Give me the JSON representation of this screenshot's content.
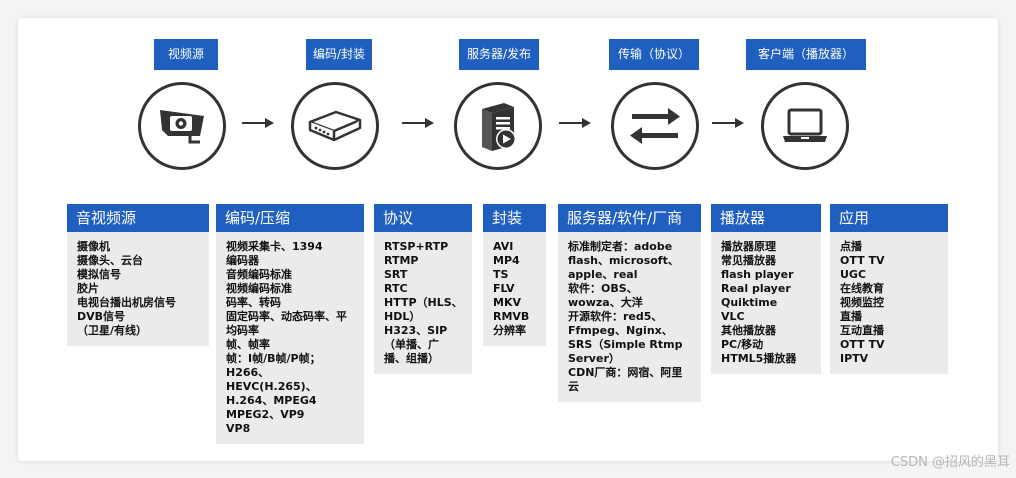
{
  "stages": [
    {
      "label": "视频源",
      "icon": "camera-icon"
    },
    {
      "label": "编码/封装",
      "icon": "encoder-box-icon"
    },
    {
      "label": "服务器/发布",
      "icon": "server-icon"
    },
    {
      "label": "传输（协议）",
      "icon": "transfer-arrows-icon"
    },
    {
      "label": "客户端（播放器）",
      "icon": "laptop-icon"
    }
  ],
  "columns": [
    {
      "title": "音视频源",
      "items": [
        "摄像机",
        "摄像头、云台",
        "模拟信号",
        "胶片",
        "电视台播出机房信号",
        "DVB信号",
        "（卫星/有线）"
      ]
    },
    {
      "title": "编码/压缩",
      "items": [
        "视频采集卡、1394",
        "编码器",
        "音频编码标准",
        "视频编码标准",
        "码率、转码",
        "固定码率、动态码率、平",
        "均码率",
        "帧、帧率",
        "帧：I帧/B帧/P帧；",
        "H266、",
        "HEVC(H.265)、",
        "H.264、MPEG4",
        "MPEG2、VP9",
        "VP8"
      ]
    },
    {
      "title": "协议",
      "items": [
        "RTSP+RTP",
        "RTMP",
        "SRT",
        "RTC",
        "HTTP（HLS、",
        "HDL）",
        "H323、SIP",
        "（单播、广",
        "播、组播）"
      ]
    },
    {
      "title": "封装",
      "items": [
        "AVI",
        "MP4",
        "TS",
        "FLV",
        "MKV",
        "RMVB",
        "分辨率"
      ]
    },
    {
      "title": "服务器/软件/厂商",
      "items": [
        "标准制定者：adobe",
        "flash、microsoft、",
        "apple、real",
        "软件：OBS、",
        "wowza、大洋",
        "开源软件：red5、",
        "Ffmpeg、Nginx、",
        "SRS（Simple Rtmp",
        "Server）",
        "CDN厂商：网宿、阿里",
        "云"
      ]
    },
    {
      "title": "播放器",
      "items": [
        "播放器原理",
        "常见播放器",
        "flash player",
        "Real player",
        "Quiktime",
        "VLC",
        "其他播放器",
        "PC/移动",
        "HTML5播放器"
      ]
    },
    {
      "title": "应用",
      "items": [
        "点播",
        "OTT TV",
        "UGC",
        "在线教育",
        "视频监控",
        "直播",
        "互动直播",
        "OTT TV",
        "IPTV"
      ]
    }
  ],
  "watermark": "CSDN @招风的黑耳",
  "colors": {
    "accent": "#1f5fbf",
    "panel": "#ebebeb",
    "icon": "#333333"
  }
}
